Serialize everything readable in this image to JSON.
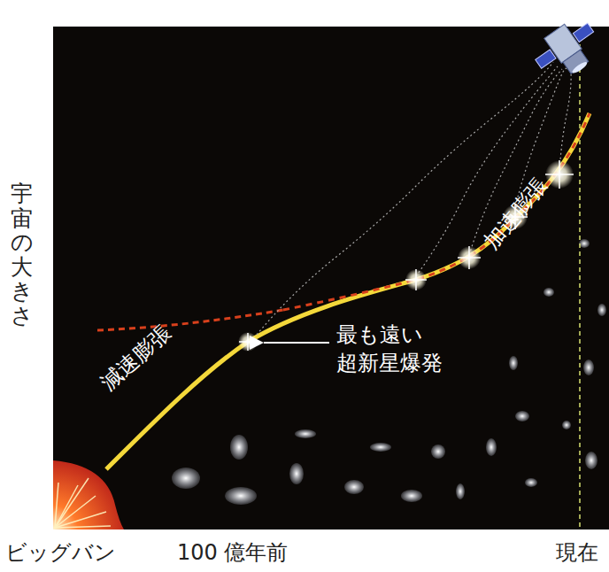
{
  "diagram": {
    "labels": [
      "宇宙の大きさ",
      "減速膨張",
      "加速膨張",
      "最も遠い 超新星爆発",
      "ビッグバン",
      "100 億年前",
      "現在"
    ]
  }
}
